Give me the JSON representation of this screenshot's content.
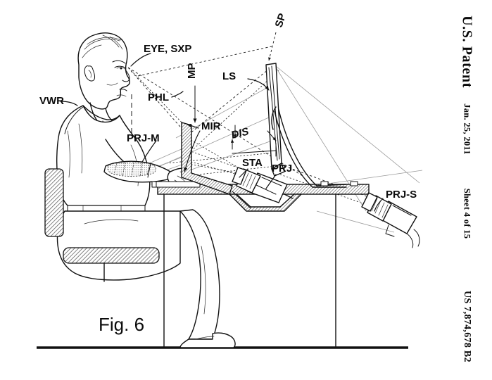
{
  "document": {
    "header_title": "U.S. Patent",
    "date": "Jan. 25, 2011",
    "sheet": "Sheet 4 of 15",
    "patent_number": "US 7,874,678 B2"
  },
  "figure": {
    "caption": "Fig. 6",
    "labels": {
      "eye_sxp": "EYE, SXP",
      "vwr": "VWR",
      "phl": "PHL",
      "prj_m": "PRJ-M",
      "mp": "MP",
      "mir": "MIR",
      "ls": "LS",
      "sp": "SP",
      "dis": "DIS",
      "sta": "STA",
      "prj": "PRJ",
      "prj_s": "PRJ-S"
    }
  },
  "colors": {
    "ink": "#111111",
    "paper": "#ffffff",
    "hatch": "#6f6f6f",
    "faint": "#9a9a9a"
  }
}
